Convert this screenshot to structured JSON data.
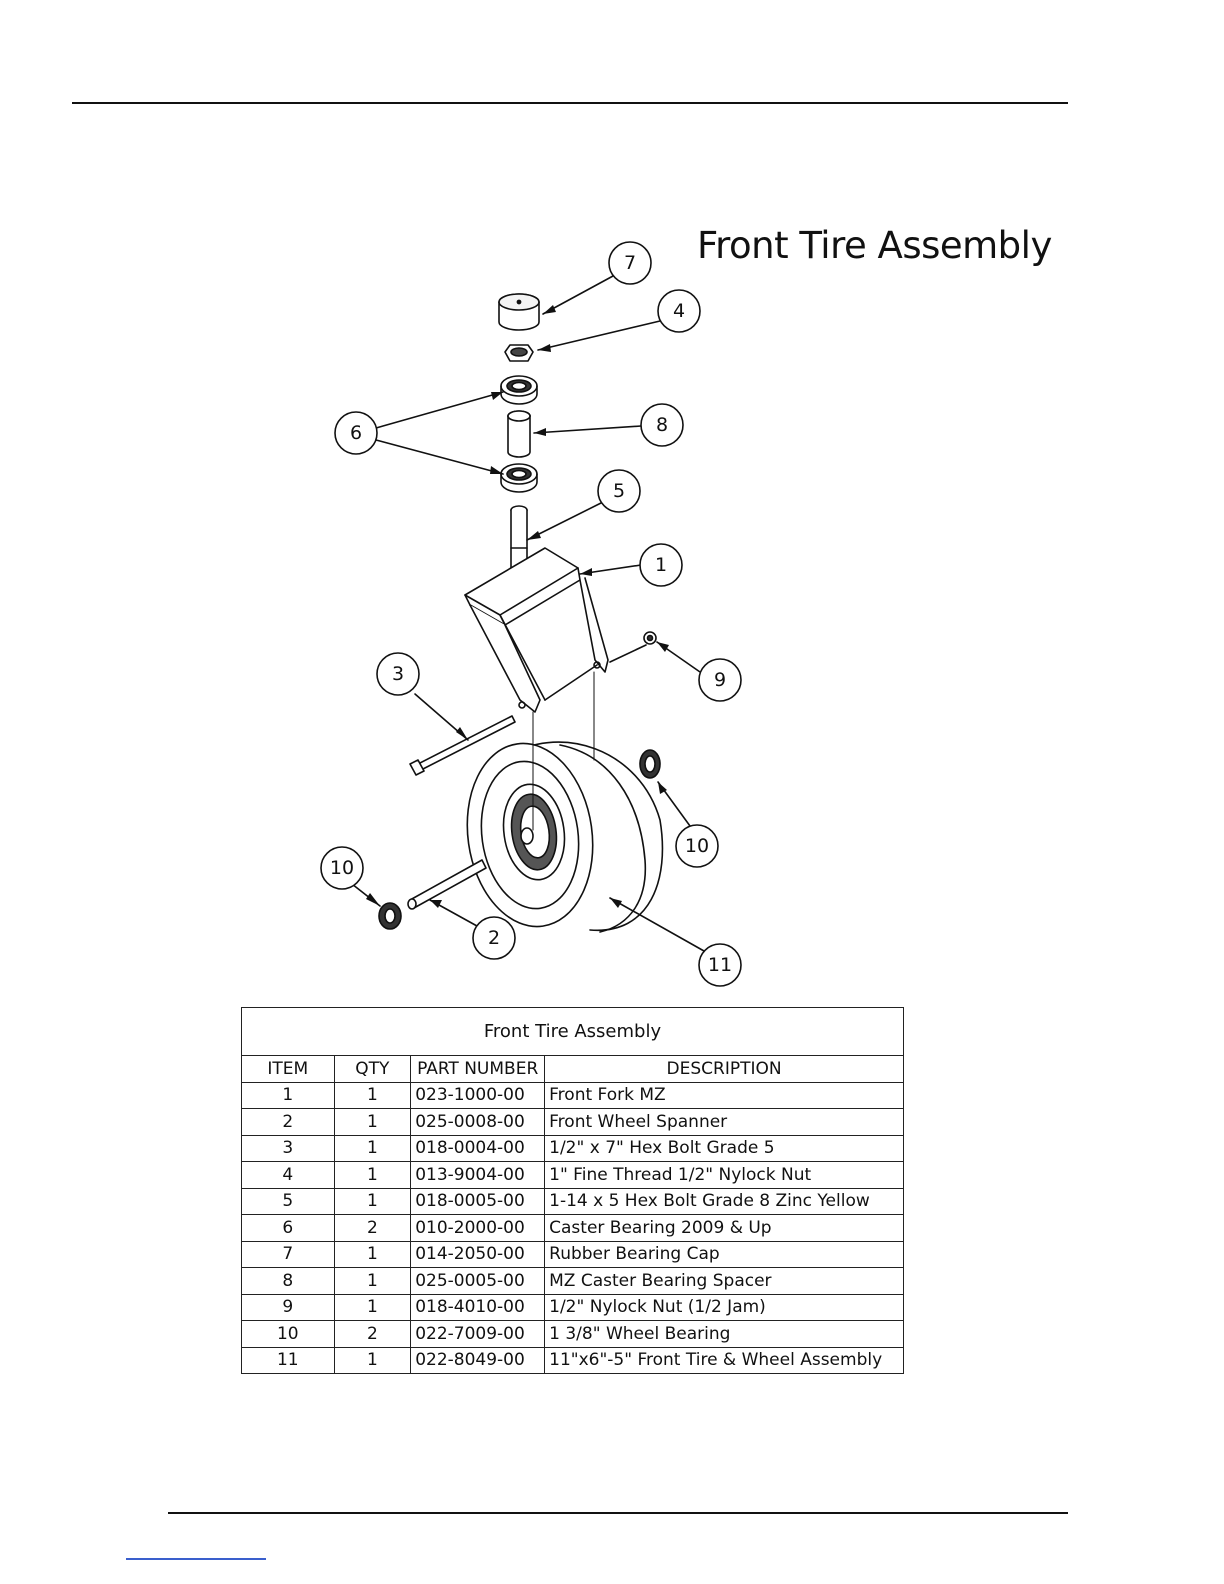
{
  "diagram": {
    "title": "Front Tire Assembly",
    "callouts": [
      "7",
      "4",
      "6",
      "8",
      "5",
      "1",
      "3",
      "9",
      "10",
      "10",
      "2",
      "11"
    ]
  },
  "table": {
    "caption": "Front Tire Assembly",
    "headers": [
      "ITEM",
      "QTY",
      "PART NUMBER",
      "DESCRIPTION"
    ],
    "rows": [
      {
        "item": "1",
        "qty": "1",
        "part": "023-1000-00",
        "desc": "Front Fork MZ"
      },
      {
        "item": "2",
        "qty": "1",
        "part": "025-0008-00",
        "desc": "Front Wheel Spanner"
      },
      {
        "item": "3",
        "qty": "1",
        "part": "018-0004-00",
        "desc": "1/2\" x 7\" Hex Bolt Grade 5"
      },
      {
        "item": "4",
        "qty": "1",
        "part": "013-9004-00",
        "desc": "1\" Fine Thread 1/2\" Nylock Nut"
      },
      {
        "item": "5",
        "qty": "1",
        "part": "018-0005-00",
        "desc": "1-14 x 5 Hex Bolt Grade 8 Zinc Yellow"
      },
      {
        "item": "6",
        "qty": "2",
        "part": "010-2000-00",
        "desc": "Caster Bearing 2009 & Up"
      },
      {
        "item": "7",
        "qty": "1",
        "part": "014-2050-00",
        "desc": "Rubber Bearing Cap"
      },
      {
        "item": "8",
        "qty": "1",
        "part": "025-0005-00",
        "desc": "MZ Caster Bearing Spacer"
      },
      {
        "item": "9",
        "qty": "1",
        "part": "018-4010-00",
        "desc": "1/2\" Nylock Nut (1/2 Jam)"
      },
      {
        "item": "10",
        "qty": "2",
        "part": "022-7009-00",
        "desc": "1 3/8\" Wheel Bearing"
      },
      {
        "item": "11",
        "qty": "1",
        "part": "022-8049-00",
        "desc": "11\"x6\"-5\" Front Tire & Wheel Assembly"
      }
    ]
  }
}
